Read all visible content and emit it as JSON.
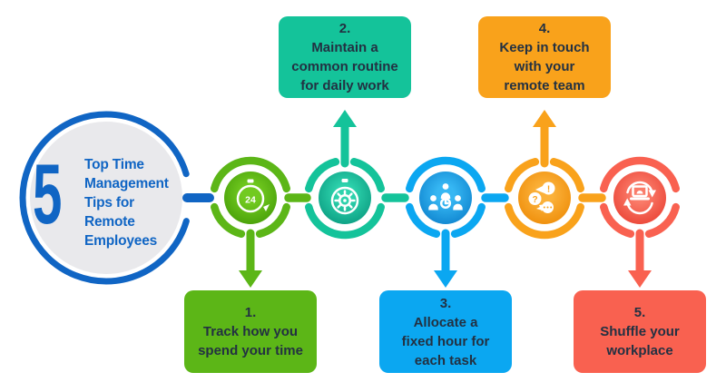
{
  "theme": {
    "bg": "#ffffff",
    "title-blue": "#1065c4",
    "text-dark": "#233142",
    "circle-gray": "#e9e9ec",
    "step0": "#5cb617",
    "step0-light": "#72ca20",
    "step0-dark": "#459d08",
    "step1": "#14c39a",
    "step1-light": "#2ed3ad",
    "step1-dark": "#0a9b80",
    "step2": "#0ba7f1",
    "step2-light": "#36b7f3",
    "step2-dark": "#0d82cd",
    "step3": "#f9a21b",
    "step3-light": "#fbb13a",
    "step3-dark": "#ee8c07",
    "step4": "#f96150",
    "step4-light": "#fa7b69",
    "step4-dark": "#ea4234"
  },
  "title": {
    "number": "5",
    "lines": [
      "Top Time",
      "Management",
      "Tips for",
      "Remote",
      "Employees"
    ]
  },
  "steps": [
    {
      "number": "1.",
      "lines": [
        "Track how you",
        "spend your time"
      ],
      "icon": "clock-24-icon",
      "arrow": "down"
    },
    {
      "number": "2.",
      "lines": [
        "Maintain a",
        "common routine",
        "for daily work"
      ],
      "icon": "stopwatch-gear-icon",
      "arrow": "up"
    },
    {
      "number": "3.",
      "lines": [
        "Allocate a",
        "fixed hour for",
        "each task"
      ],
      "icon": "team-time-icon",
      "arrow": "down"
    },
    {
      "number": "4.",
      "lines": [
        "Keep in touch",
        "with your",
        "remote team"
      ],
      "icon": "chat-bubbles-icon",
      "arrow": "up"
    },
    {
      "number": "5.",
      "lines": [
        "Shuffle your",
        "workplace"
      ],
      "icon": "shuffle-workplace-icon",
      "arrow": "down"
    }
  ]
}
